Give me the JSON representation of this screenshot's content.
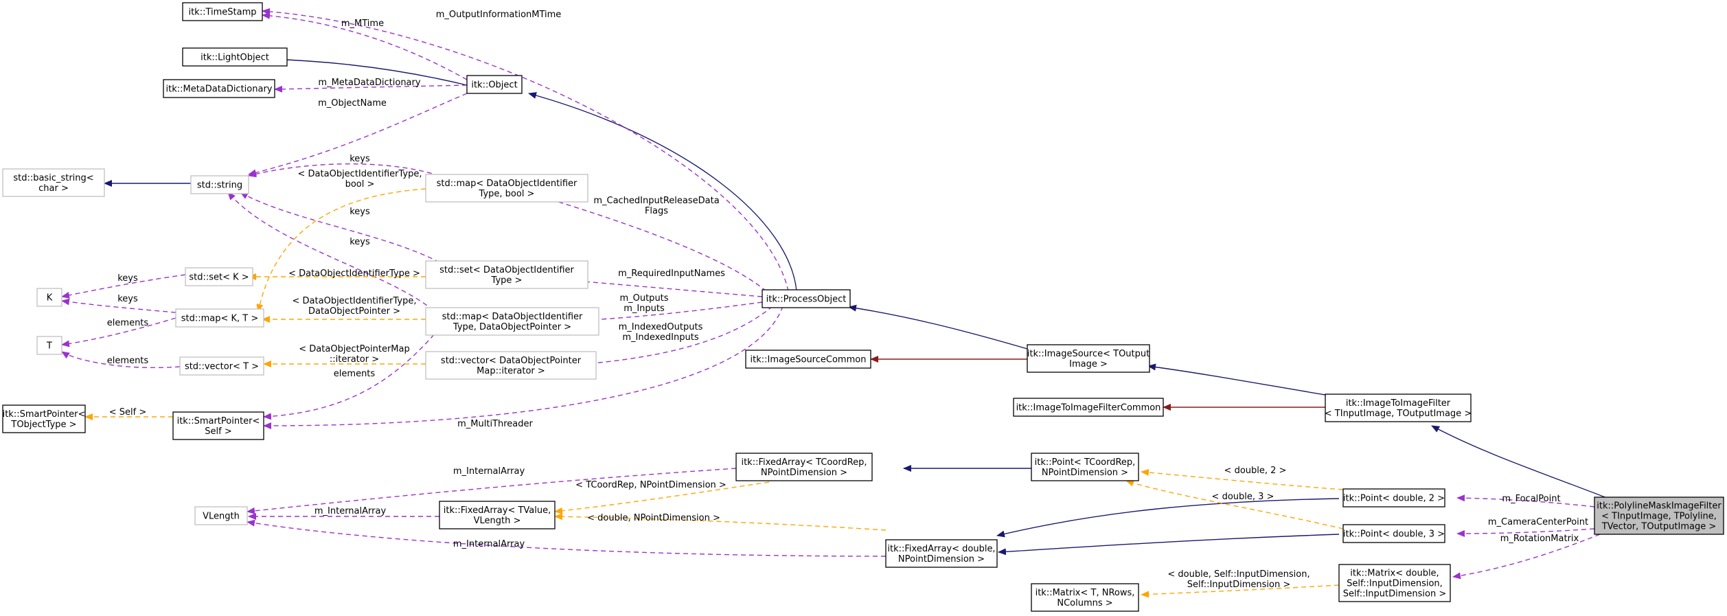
{
  "colors": {
    "inheritance": "#191970",
    "usage": "#9a32cd",
    "template": "#ffa500",
    "protected": "#8b1a1a",
    "focus_fill": "#bfbfbf",
    "grey_border": "#bfbfbf"
  },
  "nodes": {
    "timestamp": [
      "itk::TimeStamp"
    ],
    "lightobject": [
      "itk::LightObject"
    ],
    "metadatadictionary": [
      "itk::MetaDataDictionary"
    ],
    "object": [
      "itk::Object"
    ],
    "basic_string": [
      "std::basic_string<",
      "char >"
    ],
    "string": [
      "std::string"
    ],
    "map_bool": [
      "std::map< DataObjectIdentifier",
      "Type, bool >"
    ],
    "set_doi": [
      "std::set< DataObjectIdentifier",
      "Type >"
    ],
    "map_dop": [
      "std::map< DataObjectIdentifier",
      "Type, DataObjectPointer >"
    ],
    "vector_dop": [
      "std::vector< DataObjectPointer",
      "Map::iterator >"
    ],
    "processobject": [
      "itk::ProcessObject"
    ],
    "k": [
      "K"
    ],
    "set_k": [
      "std::set< K >"
    ],
    "map_kt": [
      "std::map< K, T >"
    ],
    "t": [
      "T"
    ],
    "vector_t": [
      "std::vector< T >"
    ],
    "smartpointer_t": [
      "itk::SmartPointer<",
      "TObjectType >"
    ],
    "smartpointer_self": [
      "itk::SmartPointer<",
      "Self >"
    ],
    "imagesourcecommon": [
      "itk::ImageSourceCommon"
    ],
    "imagesource": [
      "itk::ImageSource< TOutput",
      "Image >"
    ],
    "imagetoimagefiltercommon": [
      "itk::ImageToImageFilterCommon"
    ],
    "imagetoimagefilter": [
      "itk::ImageToImageFilter",
      "< TInputImage, TOutputImage >"
    ],
    "vlength": [
      "VLength"
    ],
    "fixedarray_tcoord": [
      "itk::FixedArray< TCoordRep,",
      "NPointDimension >"
    ],
    "fixedarray_tvalue": [
      "itk::FixedArray< TValue,",
      "VLength >"
    ],
    "fixedarray_double": [
      "itk::FixedArray< double,",
      "NPointDimension >"
    ],
    "point_tcoord": [
      "itk::Point< TCoordRep,",
      "NPointDimension >"
    ],
    "point_d2": [
      "itk::Point< double, 2 >"
    ],
    "point_d3": [
      "itk::Point< double, 3 >"
    ],
    "matrix_t": [
      "itk::Matrix< T, NRows,",
      "NColumns >"
    ],
    "matrix_double": [
      "itk::Matrix< double,",
      "Self::InputDimension,",
      "Self::InputDimension >"
    ],
    "polylinemask": [
      "itk::PolylineMaskImageFilter",
      "< TInputImage, TPolyline,",
      "TVector, TOutputImage >"
    ]
  },
  "edge_labels": {
    "m_outputinformationmtime": [
      "m_OutputInformationMTime"
    ],
    "m_mtime": [
      "m_MTime"
    ],
    "m_metadatadictionary": [
      "m_MetaDataDictionary"
    ],
    "m_objectname": [
      "m_ObjectName"
    ],
    "keys_map_bool": [
      "keys"
    ],
    "doi_bool": [
      "< DataObjectIdentifierType,",
      "bool >"
    ],
    "keys_set": [
      "keys"
    ],
    "keys_map_dop": [
      "keys"
    ],
    "m_cachedinputreleasedataflags": [
      "m_CachedInputReleaseData",
      "Flags"
    ],
    "m_requiredinputnames": [
      "m_RequiredInputNames"
    ],
    "keys_setk": [
      "keys"
    ],
    "doi_type": [
      "< DataObjectIdentifierType >"
    ],
    "keys_mapkt": [
      "keys"
    ],
    "m_outputs_inputs": [
      "m_Outputs",
      "m_Inputs"
    ],
    "doi_dop": [
      "< DataObjectIdentifierType,",
      "DataObjectPointer >"
    ],
    "elements_mapkt": [
      "elements"
    ],
    "m_indexed": [
      "m_IndexedOutputs",
      "m_IndexedInputs"
    ],
    "dopm_iterator": [
      "< DataObjectPointerMap",
      "::iterator >"
    ],
    "elements_vectort": [
      "elements"
    ],
    "elements_sp": [
      "elements"
    ],
    "self": [
      "< Self >"
    ],
    "m_multithreader": [
      "m_MultiThreader"
    ],
    "m_internalarray_1": [
      "m_InternalArray"
    ],
    "tcoordrep_npd": [
      "< TCoordRep, NPointDimension >"
    ],
    "m_internalarray_2": [
      "m_InternalArray"
    ],
    "double_npd": [
      "< double, NPointDimension >"
    ],
    "m_internalarray_3": [
      "m_InternalArray"
    ],
    "double_2": [
      "< double, 2 >"
    ],
    "double_3": [
      "< double, 3 >"
    ],
    "m_focalpoint": [
      "m_FocalPoint"
    ],
    "m_cameracenterpoint": [
      "m_CameraCenterPoint"
    ],
    "m_rotationmatrix": [
      "m_RotationMatrix"
    ],
    "double_self_dims": [
      "< double, Self::InputDimension,",
      "Self::InputDimension >"
    ]
  }
}
